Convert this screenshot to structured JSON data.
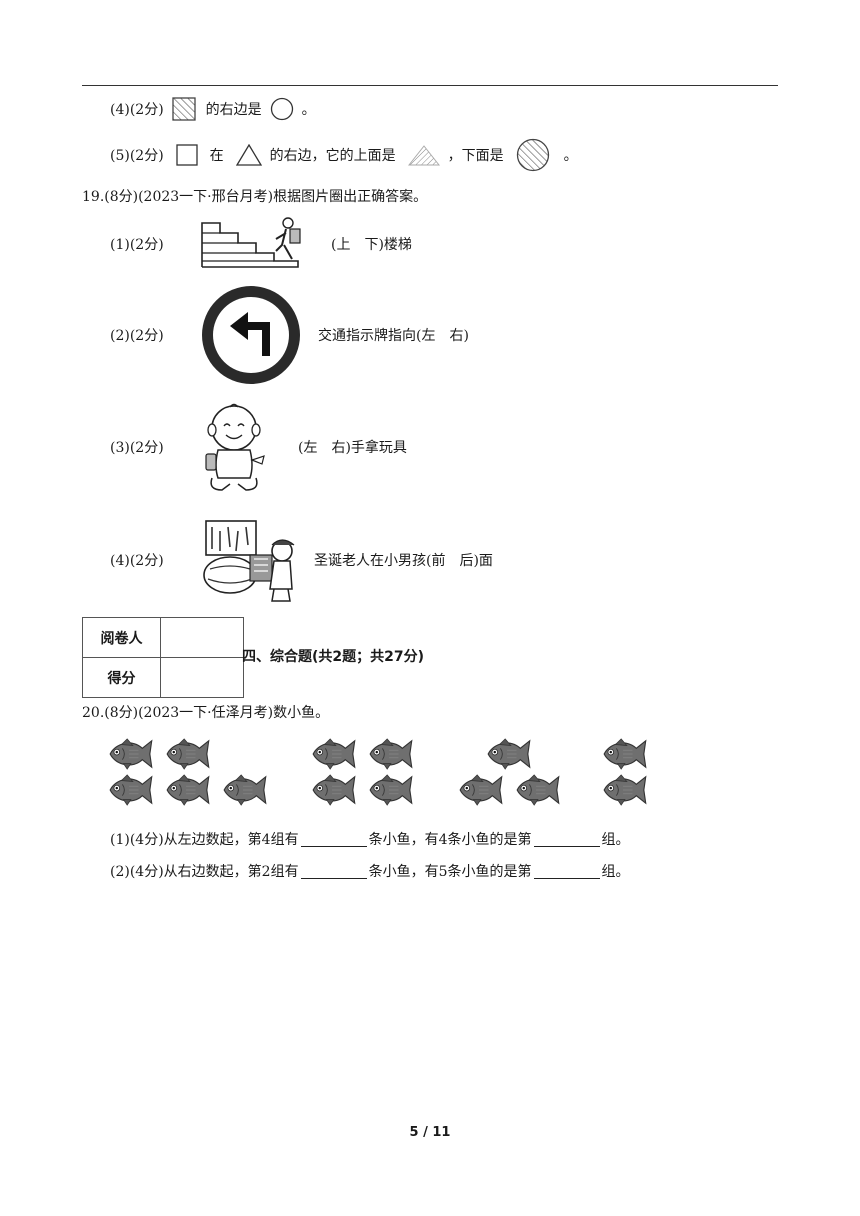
{
  "q18": {
    "items": [
      {
        "prefix": "(4)(2分)",
        "t1": "的右边是",
        "t2": "。"
      },
      {
        "prefix": "(5)(2分)",
        "t1": "在",
        "t2": "的右边，它的上面是",
        "t3": "，下面是",
        "t4": "。"
      }
    ]
  },
  "q19": {
    "header": "19.(8分)(2023一下·邢台月考)根据图片圈出正确答案。",
    "items": [
      {
        "prefix": "(1)(2分)",
        "text": "(上　下)楼梯"
      },
      {
        "prefix": "(2)(2分)",
        "text": "交通指示牌指向(左　右)"
      },
      {
        "prefix": "(3)(2分)",
        "text": "(左　右)手拿玩具"
      },
      {
        "prefix": "(4)(2分)",
        "text": "圣诞老人在小男孩(前　后)面"
      }
    ]
  },
  "score_table": {
    "reviewer": "阅卷人",
    "score": "得分"
  },
  "section_title": "四、综合题(共2题；共27分)",
  "q20": {
    "header": "20.(8分)(2023一下·任泽月考)数小鱼。",
    "items": [
      {
        "prefix": "(1)(4分)",
        "a": "从左边数起，第4组有",
        "b": "条小鱼，有4条小鱼的是第",
        "c": "组。"
      },
      {
        "prefix": "(2)(4分)",
        "a": "从右边数起，第2组有",
        "b": "条小鱼，有5条小鱼的是第",
        "c": "组。"
      }
    ]
  },
  "fish_groups": [
    5,
    4,
    3,
    2
  ],
  "page_number": "5 / 11",
  "icons": [
    "hatched-square-icon",
    "circle-icon",
    "square-icon",
    "triangle-icon",
    "hatched-triangle-icon",
    "hatched-circle-icon",
    "stairs-climber-image",
    "left-turn-sign-image",
    "baby-with-toy-image",
    "santa-and-boy-image",
    "fish-icon"
  ]
}
